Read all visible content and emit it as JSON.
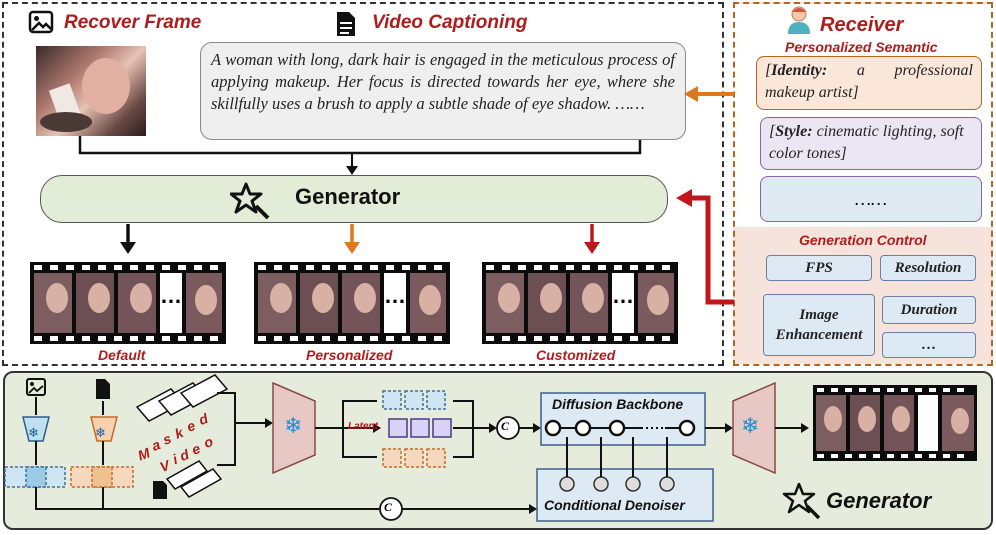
{
  "top": {
    "recover_frame_title": "Recover Frame",
    "video_captioning_title": "Video Captioning",
    "caption_text": "A woman with long, dark hair is engaged in the meticulous process of applying makeup. Her focus is directed towards her eye, where she skillfully uses a brush to apply a subtle shade of eye shadow. ……",
    "generator_label": "Generator",
    "outputs": [
      {
        "label": "Default",
        "arrow_color": "#111111"
      },
      {
        "label": "Personalized",
        "arrow_color": "#e07818"
      },
      {
        "label": "Customized",
        "arrow_color": "#c0161c"
      }
    ],
    "ellipsis": "…"
  },
  "receiver": {
    "title": "Receiver",
    "personalized_semantic_title": "Personalized Semantic",
    "identity_key": "Identity:",
    "identity_value": " a professional makeup artist]",
    "style_key": "Style:",
    "style_value": " cinematic lighting, soft color tones]",
    "more": "……",
    "generation_control_title": "Generation Control",
    "controls": {
      "fps": "FPS",
      "resolution": "Resolution",
      "image_enhancement_1": "Image",
      "image_enhancement_2": "Enhancement",
      "duration": "Duration",
      "more": "…"
    }
  },
  "bottom": {
    "masked_letters": [
      "M",
      "a",
      "s",
      "k",
      "e",
      "d"
    ],
    "video_letters": [
      "V",
      "i",
      "d",
      "e",
      "o"
    ],
    "latent_label": "Latent",
    "concat_symbol": "C",
    "diffusion_backbone": "Diffusion Backbone",
    "conditional_denoiser": "Conditional Denoiser",
    "generator_label": "Generator",
    "frozen_symbol": "❄"
  },
  "colors": {
    "accent_red": "#b01c1c",
    "orange": "#e07818",
    "generator_green": "#e3ecd6",
    "panel_green": "#e6ecdc",
    "trapezoid": "#e8c8c4",
    "receiver_border": "#b5651d"
  }
}
